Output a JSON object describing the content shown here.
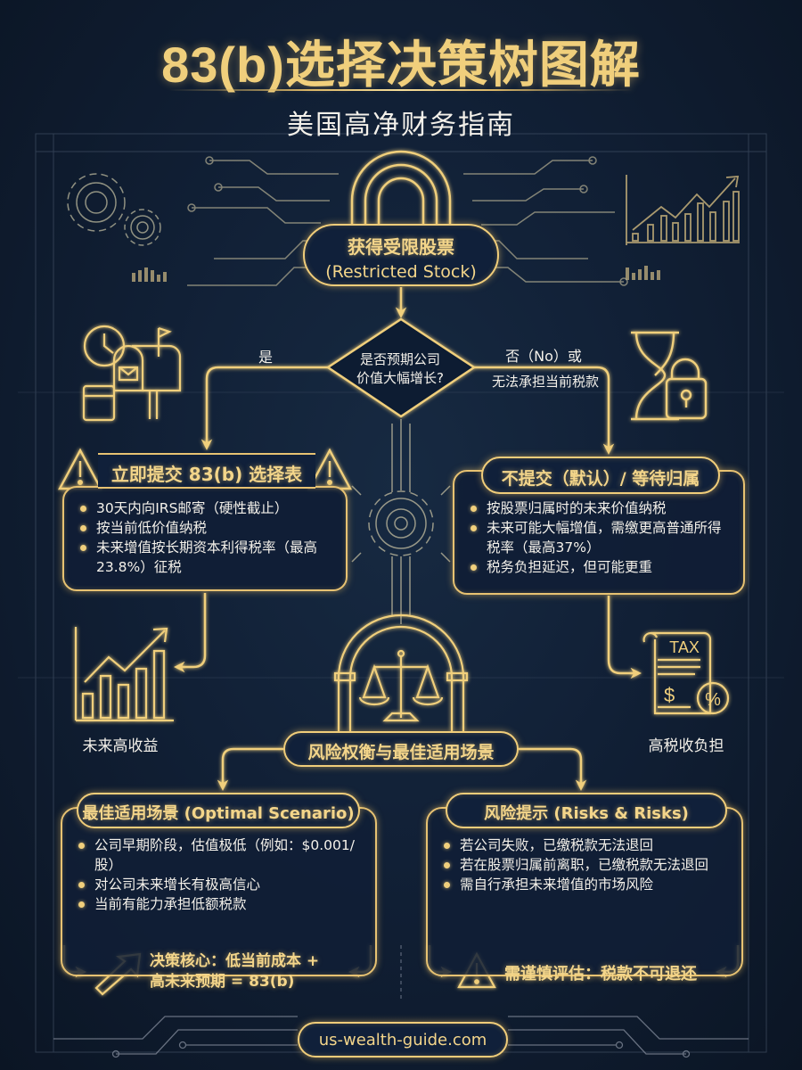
{
  "header": {
    "title": "83(b)选择决策树图解",
    "subtitle": "美国高净财务指南"
  },
  "start_node": {
    "line1": "获得受限股票",
    "line2": "(Restricted Stock)"
  },
  "decision": {
    "question_line1": "是否预期公司",
    "question_line2": "价值大幅增长?",
    "yes_label": "是",
    "no_label_line1": "否（No）或",
    "no_label_line2": "无法承担当前税款"
  },
  "yes_branch": {
    "heading": "立即提交 83(b) 选择表",
    "bullets": [
      "30天内向IRS邮寄（硬性截止）",
      "按当前低价值纳税",
      "未来增值按长期资本利得税率（最高23.8%）征税"
    ],
    "outcome_label": "未来高收益"
  },
  "no_branch": {
    "heading": "不提交（默认）/ 等待归属",
    "bullets": [
      "按股票归属时的未来价值纳税",
      "未来可能大幅增值，需缴更高普通所得税率（最高37%）",
      "税务负担延迟，但可能更重"
    ],
    "outcome_label": "高税收负担",
    "tax_icon_text": "TAX"
  },
  "balance": {
    "label": "风险权衡与最佳适用场景"
  },
  "optimal": {
    "heading": "最佳适用场景 (Optimal Scenario)",
    "bullets": [
      "公司早期阶段，估值极低（例如：$0.001/股）",
      "对公司未来增长有极高信心",
      "当前有能力承担低额税款"
    ],
    "core_line1": "决策核心：低当前成本 +",
    "core_line2": "高未来预期 = 83(b)"
  },
  "risks": {
    "heading": "风险提示 (Risks & Risks)",
    "bullets": [
      "若公司失败，已缴税款无法退回",
      "若在股票归属前离职，已缴税款无法退回",
      "需自行承担未来增值的市场风险"
    ],
    "warning": "需谨慎评估：税款不可退还"
  },
  "footer": {
    "url": "us-wealth-guide.com"
  },
  "colors": {
    "background": "#0e1a2b",
    "gold": "#f0cf7c",
    "text": "#f4f1ea",
    "circuit": "#8a95a6"
  }
}
